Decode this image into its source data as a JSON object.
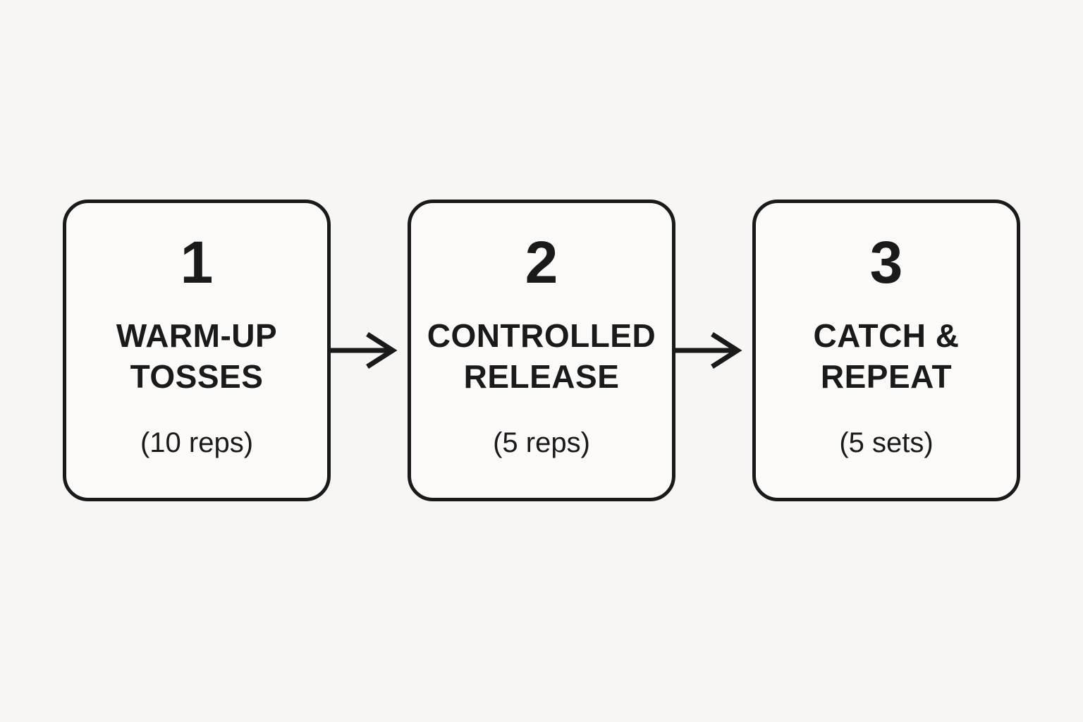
{
  "diagram": {
    "title": "",
    "steps": [
      {
        "number": "1",
        "title": "WARM-UP TOSSES",
        "subtitle": "(10 reps)"
      },
      {
        "number": "2",
        "title": "CONTROLLED RELEASE",
        "subtitle": "(5 reps)"
      },
      {
        "number": "3",
        "title": "CATCH & REPEAT",
        "subtitle": "(5 sets)"
      }
    ],
    "icons": {
      "connector": "arrow-right"
    },
    "colors": {
      "background": "#f7f6f4",
      "box_background": "#fbfaf9",
      "border": "#1a1a1a",
      "text": "#1a1a1a"
    }
  }
}
